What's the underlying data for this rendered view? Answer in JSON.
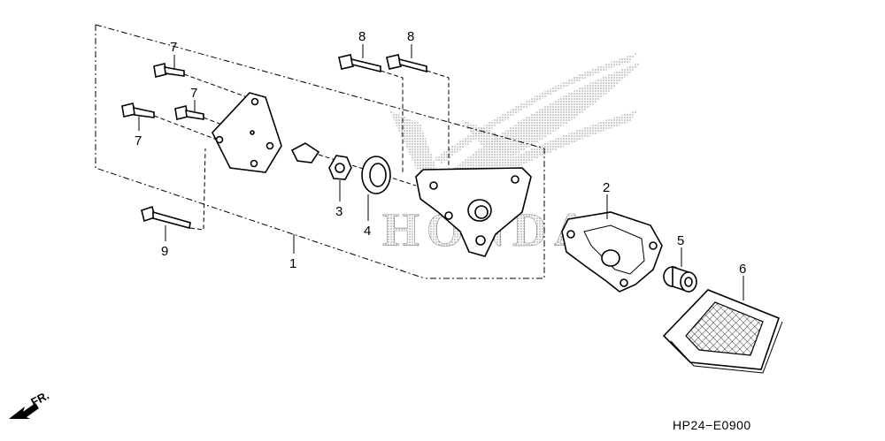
{
  "logo": {
    "text": "HONDA"
  },
  "diagram_code": "HP24−E0900",
  "front_arrow": {
    "label": "FR."
  },
  "callouts": [
    {
      "id": "c7a",
      "label": "7"
    },
    {
      "id": "c7b",
      "label": "7"
    },
    {
      "id": "c7c",
      "label": "7"
    },
    {
      "id": "c8a",
      "label": "8"
    },
    {
      "id": "c8b",
      "label": "8"
    },
    {
      "id": "c9",
      "label": "9"
    },
    {
      "id": "c1",
      "label": "1"
    },
    {
      "id": "c3",
      "label": "3"
    },
    {
      "id": "c4",
      "label": "4"
    },
    {
      "id": "c2",
      "label": "2"
    },
    {
      "id": "c5",
      "label": "5"
    },
    {
      "id": "c6",
      "label": "6"
    }
  ]
}
